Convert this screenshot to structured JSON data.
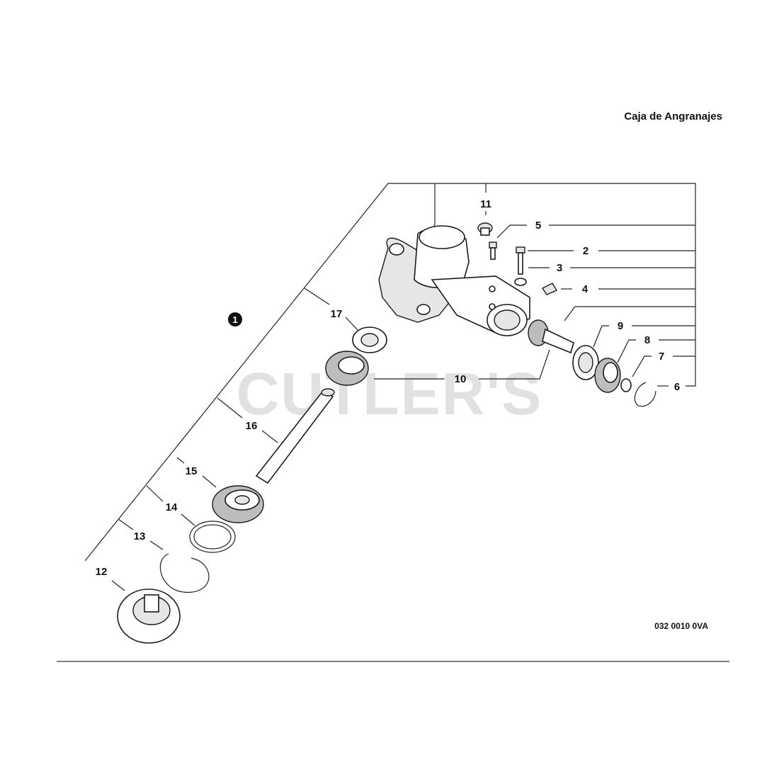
{
  "header": {
    "title": "Caja de Angranajes"
  },
  "watermark": {
    "text": "CUTLER'S"
  },
  "drawing_code": "032 0010 0VA",
  "assembly_marker": "1",
  "callouts": {
    "c2": "2",
    "c3": "3",
    "c4": "4",
    "c5": "5",
    "c6": "6",
    "c7": "7",
    "c8": "8",
    "c9": "9",
    "c10": "10",
    "c11": "11",
    "c12": "12",
    "c13": "13",
    "c14": "14",
    "c15": "15",
    "c16": "16",
    "c17": "17"
  }
}
